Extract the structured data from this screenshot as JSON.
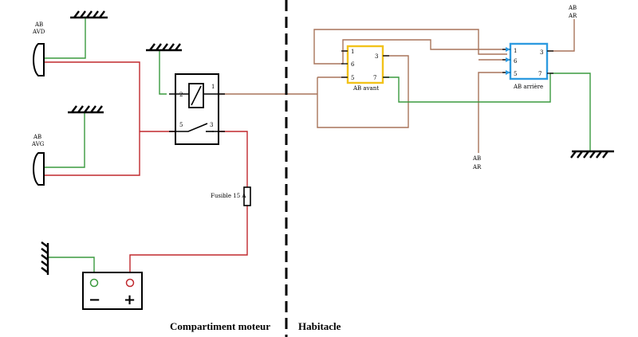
{
  "colors": {
    "red": "#c0282d",
    "green": "#3a9a3e",
    "brown": "#a9745a",
    "black": "#000000",
    "front_module": "#f2c21a",
    "rear_module": "#2e9be0"
  },
  "labels": {
    "headlight_left_line1": "AB",
    "headlight_left_line2": "AVD",
    "headlight_right_line1": "AB",
    "headlight_right_line2": "AVG",
    "fuse": "Fusible 15 A",
    "front_module": "AB avant",
    "rear_module": "AB arrière",
    "rear_out_top_line1": "AB",
    "rear_out_top_line2": "AR",
    "rear_out_bottom_line1": "AB",
    "rear_out_bottom_line2": "AR",
    "zone_left": "Compartiment moteur",
    "zone_right": "Habitacle",
    "battery_minus": "−",
    "battery_plus": "+"
  },
  "relay_pins": {
    "p1": "1",
    "p2": "2",
    "p3": "3",
    "p5": "5"
  },
  "front_module_pins": {
    "p1": "1",
    "p3": "3",
    "p5": "5",
    "p6": "6",
    "p7": "7"
  },
  "rear_module_pins": {
    "p1": "1",
    "p3": "3",
    "p5": "5",
    "p6": "6",
    "p7": "7"
  }
}
